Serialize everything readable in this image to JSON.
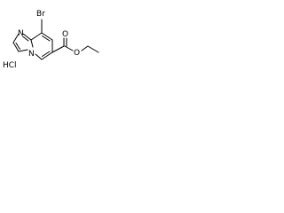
{
  "molecule": {
    "atoms": {
      "bromine": "Br",
      "ring_nitrogen_top": "N",
      "ring_nitrogen_fused": "N",
      "carbonyl_oxygen": "O",
      "ester_oxygen": "O"
    },
    "salt": "HCl"
  },
  "colors": {
    "ink": "#000000",
    "background": "#ffffff"
  }
}
